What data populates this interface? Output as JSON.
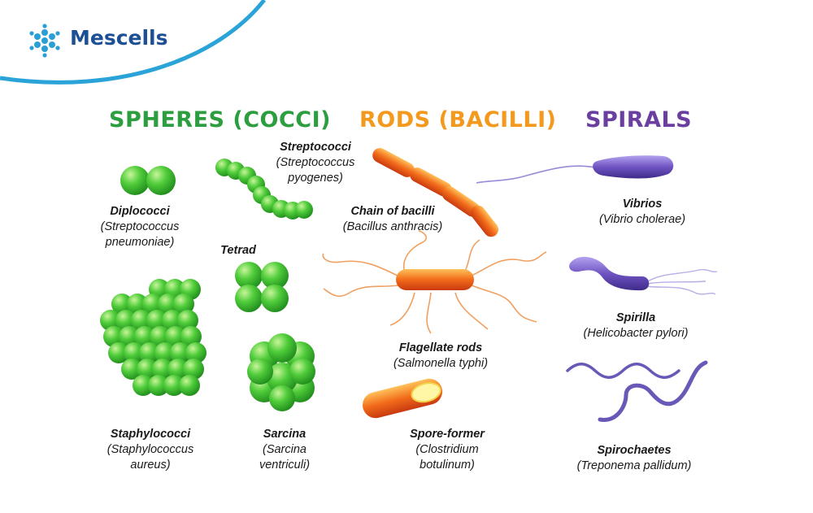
{
  "brand": {
    "name": "Mescells",
    "accent": "#1d4f95",
    "swoosh": "#2aa3d8"
  },
  "headings": [
    {
      "text": "SPHERES (COCCI)",
      "color": "#2c9e3f"
    },
    {
      "text": "RODS (BACILLI)",
      "color": "#f39a1e"
    },
    {
      "text": "SPIRALS",
      "color": "#6b3fa0"
    }
  ],
  "labels": {
    "diplococci": {
      "name": "Diplococci",
      "species_1": "(Streptococcus",
      "species_2": "pneumoniae)"
    },
    "streptococci": {
      "name": "Streptococci",
      "species_1": "(Streptococcus",
      "species_2": "pyogenes)"
    },
    "tetrad": {
      "name": "Tetrad"
    },
    "staphylococci": {
      "name": "Staphylococci",
      "species_1": "(Staphylococcus",
      "species_2": "aureus)"
    },
    "sarcina": {
      "name": "Sarcina",
      "species_1": "(Sarcina",
      "species_2": "ventriculi)"
    },
    "chain_of_bacilli": {
      "name": "Chain of bacilli",
      "species_1": "(Bacillus anthracis)"
    },
    "flagellate_rods": {
      "name": "Flagellate rods",
      "species_1": "(Salmonella typhi)"
    },
    "spore_former": {
      "name": "Spore-former",
      "species_1": "(Clostridium",
      "species_2": "botulinum)"
    },
    "vibrios": {
      "name": "Vibrios",
      "species_1": "(Vibrio cholerae)"
    },
    "spirilla": {
      "name": "Spirilla",
      "species_1": "(Helicobacter pylori)"
    },
    "spirochaetes": {
      "name": "Spirochaetes",
      "species_1": "(Treponema pallidum)"
    }
  },
  "colors": {
    "cocci": "#3dbb33",
    "rods": "#f2711c",
    "spirals": "#7a5fc4"
  },
  "icons": [
    "cell-cluster-logo-icon",
    "diplococci-icon",
    "streptococci-icon",
    "tetrad-icon",
    "staphylococci-icon",
    "sarcina-icon",
    "chain-of-bacilli-icon",
    "flagellate-rod-icon",
    "spore-former-icon",
    "vibrio-icon",
    "spirillum-icon",
    "spirochaete-icon"
  ]
}
